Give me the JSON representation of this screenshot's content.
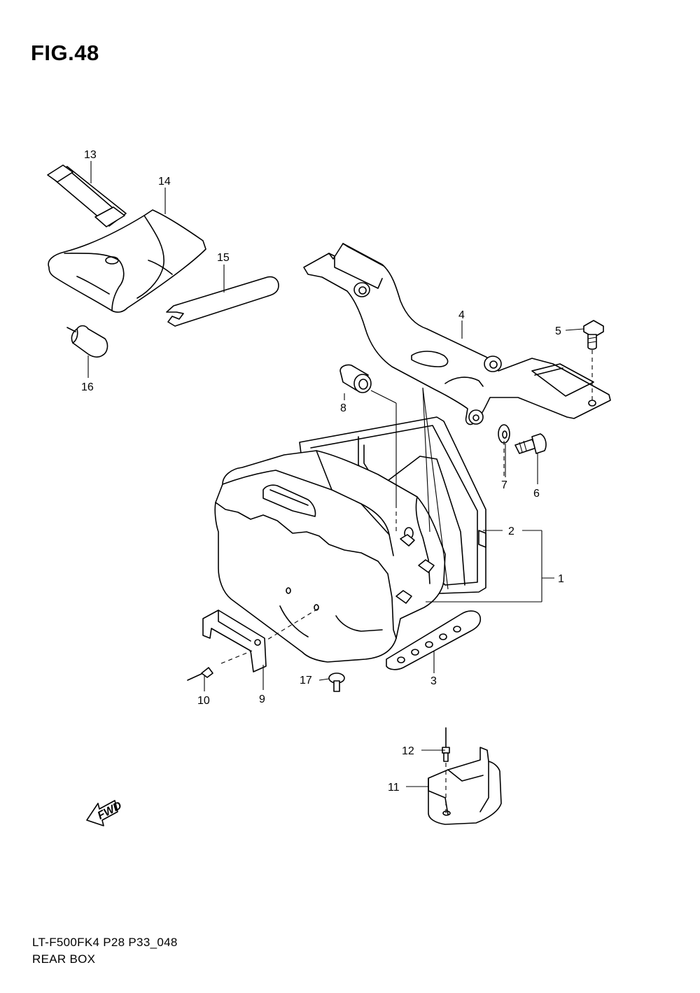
{
  "figure": {
    "title": "FIG.48",
    "footer_line1": "LT-F500FK4 P28 P33_048",
    "footer_line2": "REAR BOX"
  },
  "callouts": {
    "c1": "1",
    "c2": "2",
    "c3": "3",
    "c4": "4",
    "c5": "5",
    "c6": "6",
    "c7": "7",
    "c8": "8",
    "c9": "9",
    "c10": "10",
    "c11": "11",
    "c12": "12",
    "c13": "13",
    "c14": "14",
    "c15": "15",
    "c16": "16",
    "c17": "17"
  },
  "fwd_label": "FWD"
}
